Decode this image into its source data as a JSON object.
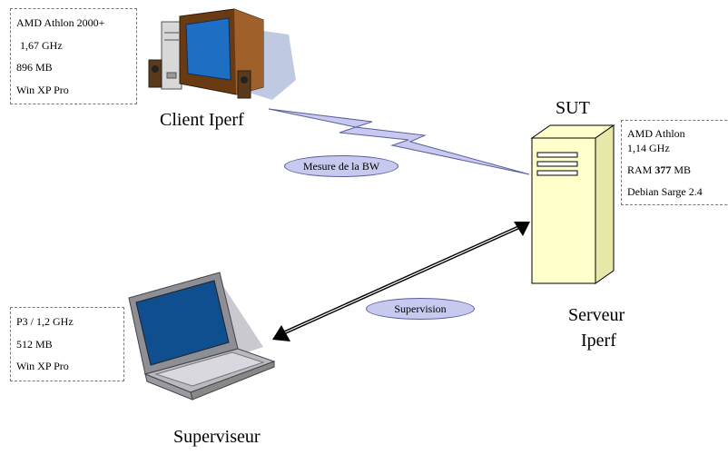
{
  "client": {
    "label": "Client Iperf",
    "specs": [
      "AMD Athlon 2000+",
      "1,67 GHz",
      "896 MB",
      "Win XP Pro"
    ]
  },
  "server": {
    "title": "SUT",
    "label_line1": "Serveur",
    "label_line2": "Iperf",
    "specs": {
      "cpu": "AMD Athlon",
      "freq": "1,14 GHz",
      "ram_prefix": "RAM",
      "ram_value": "377",
      "ram_unit": "MB",
      "os": "Debian Sarge 2.4"
    }
  },
  "supervisor": {
    "label": "Superviseur",
    "specs": [
      "P3 / 1,2 GHz",
      "512 MB",
      "Win XP Pro"
    ]
  },
  "links": {
    "bandwidth_label": "Mesure de la BW",
    "supervision_label": "Supervision"
  },
  "colors": {
    "link_fill": "#c7c9ee",
    "link_stroke": "#5a5f9c",
    "server_fill": "#ffffcc",
    "monitor_screen": "#1e6fc4",
    "laptop_screen": "#0f4f8f"
  }
}
